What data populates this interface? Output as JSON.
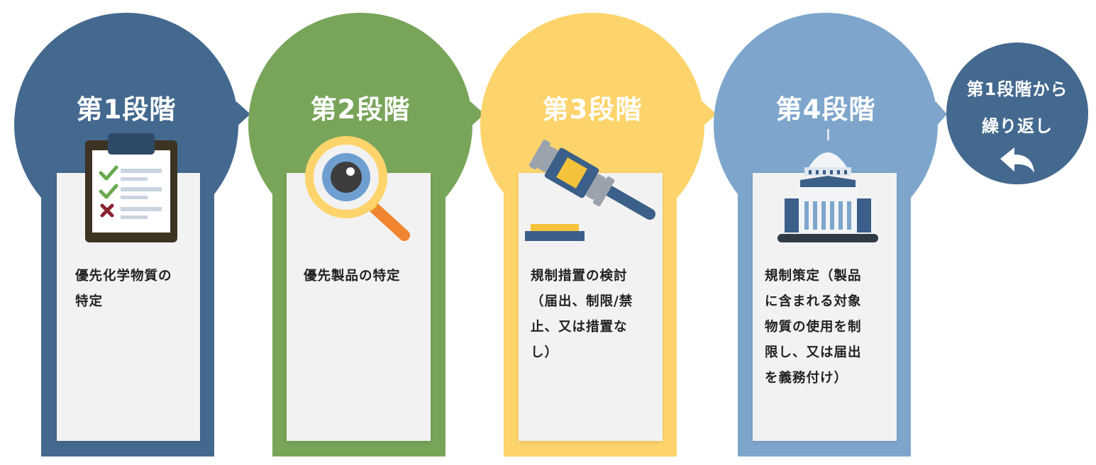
{
  "stages": [
    {
      "title": "第1段階",
      "description": "優先化学物質の\n特定",
      "color": "#44698f",
      "icon": "clipboard-checklist-icon"
    },
    {
      "title": "第2段階",
      "description": "優先製品の特定",
      "color": "#79a55a",
      "icon": "magnifying-glass-icon"
    },
    {
      "title": "第3段階",
      "description": "規制措置の検討\n（届出、制限/禁\n止、又は措置な\nし）",
      "color": "#fdd46c",
      "icon": "gavel-icon"
    },
    {
      "title": "第4段階",
      "description": "規制策定（製品\nに含まれる対象\n物質の使用を制\n限し、又は届出\nを義務付け）",
      "color": "#7ea6cc",
      "icon": "capitol-building-icon"
    }
  ],
  "repeat": {
    "label": "第1段階から\n繰り返し",
    "color": "#44698f",
    "icon": "return-arrow-icon"
  }
}
